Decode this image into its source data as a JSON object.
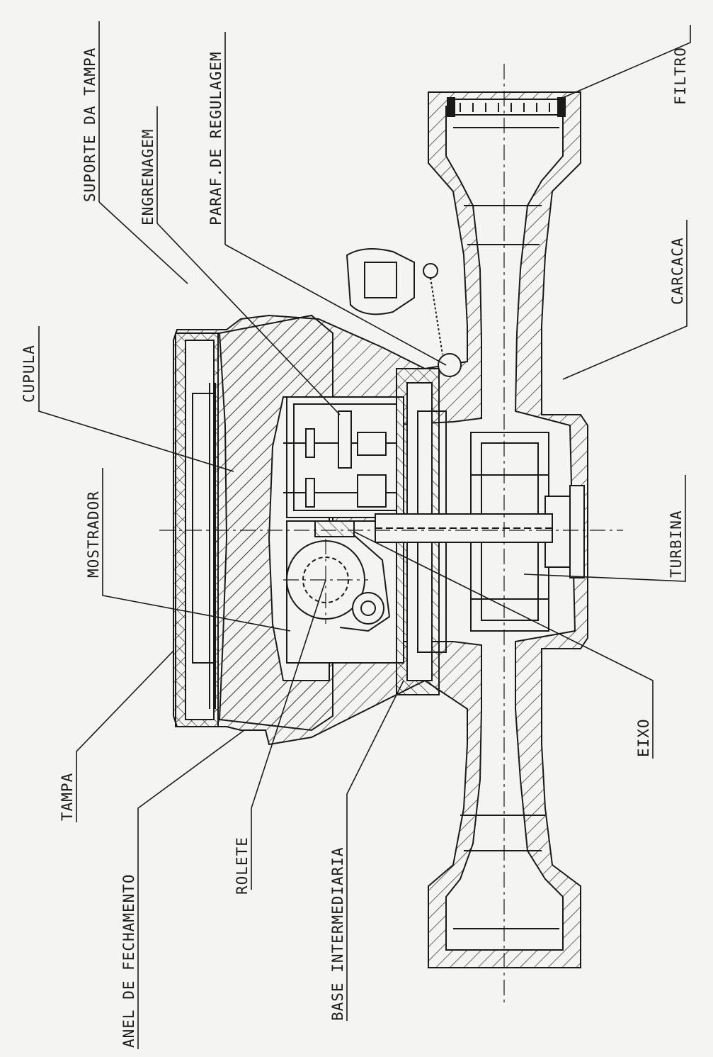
{
  "labels": {
    "suporte_da_tampa": "SUPORTE DA TAMPA",
    "engrenagem": "ENGRENAGEM",
    "paraf_de_regulagem": "PARAF.DE REGULAGEM",
    "filtro": "FILTRO",
    "cupula": "CUPULA",
    "carcaca": "CARCACA",
    "mostrador": "MOSTRADOR",
    "turbina": "TURBINA",
    "eixo": "EIXO",
    "tampa": "TAMPA",
    "anel_de_fechamento": "ANEL DE FECHAMENTO",
    "rolete": "ROLETE",
    "base_intermediaria": "BASE INTERMEDIARIA"
  },
  "colors": {
    "line": "#1a1a1a",
    "paper": "#f4f4f2"
  }
}
